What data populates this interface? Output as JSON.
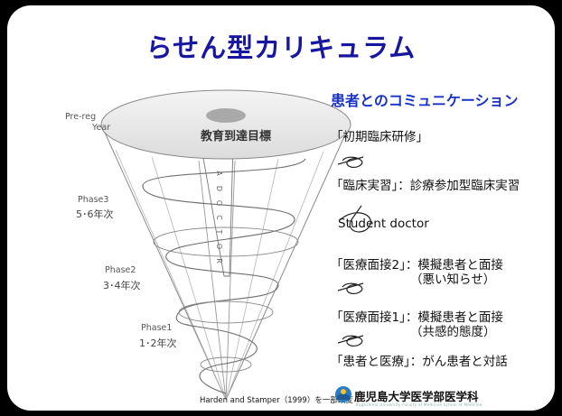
{
  "title": "らせん型カリキュラム",
  "subtitle": "患者とのコミュニケーション",
  "diagram": {
    "cone_label": "教育到達目標",
    "spine_letters": [
      "A",
      "D",
      "O",
      "C",
      "T",
      "O",
      "R"
    ],
    "phases": [
      {
        "name": "Pre-reg",
        "name2": "Year",
        "years": ""
      },
      {
        "name": "Phase3",
        "name2": "",
        "years": "5･6年次"
      },
      {
        "name": "Phase2",
        "name2": "",
        "years": "3･4年次"
      },
      {
        "name": "Phase1",
        "name2": "",
        "years": "1･2年次"
      }
    ]
  },
  "steps": [
    {
      "line1": "「初期臨床研修」",
      "line2": ""
    },
    {
      "line1": "「臨床実習」：診療参加型臨床実習",
      "line2": ""
    },
    {
      "line1": "Student doctor",
      "line2": ""
    },
    {
      "line1": "「医療面接2」：模擬患者と面接",
      "line2": "（悪い知らせ）"
    },
    {
      "line1": "「医療面接1」：模擬患者と面接",
      "line2": "（共感的態度）"
    },
    {
      "line1": "「患者と医療」：がん患者と対話",
      "line2": ""
    }
  ],
  "citation": "Harden and Stamper（1999）を一部改変",
  "logo": {
    "text": "鹿児島大学医学部医学科",
    "subtext": "Kagoshima University Faculty of Medicine School of Medicine",
    "icon": "university-logo-icon"
  },
  "colors": {
    "title": "#17169f",
    "subtitle": "#1a33c4",
    "background": "#000000",
    "card": "#ffffff"
  }
}
